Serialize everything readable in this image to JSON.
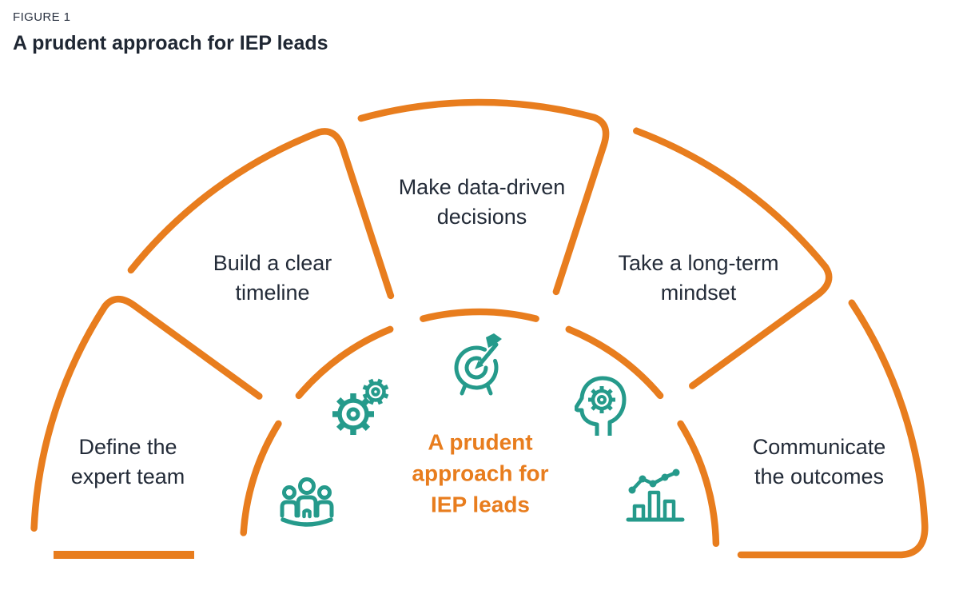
{
  "figure": {
    "eyebrow": "FIGURE 1",
    "title": "A prudent approach for IEP leads"
  },
  "colors": {
    "orange": "#e87d1e",
    "teal": "#259a8b",
    "ink": "#232b38"
  },
  "center": {
    "lines": [
      "A prudent",
      "approach for",
      "IEP leads"
    ]
  },
  "segments": [
    {
      "label_lines": [
        "Define the",
        "expert team"
      ]
    },
    {
      "label_lines": [
        "Build a clear",
        "timeline"
      ]
    },
    {
      "label_lines": [
        "Make data-driven",
        "decisions"
      ]
    },
    {
      "label_lines": [
        "Take a long-term",
        "mindset"
      ]
    },
    {
      "label_lines": [
        "Communicate",
        "the outcomes"
      ]
    }
  ],
  "hub_icons": [
    "gears-icon",
    "target-arrow-icon",
    "head-gear-icon",
    "team-icon",
    "bar-chart-trend-icon"
  ]
}
